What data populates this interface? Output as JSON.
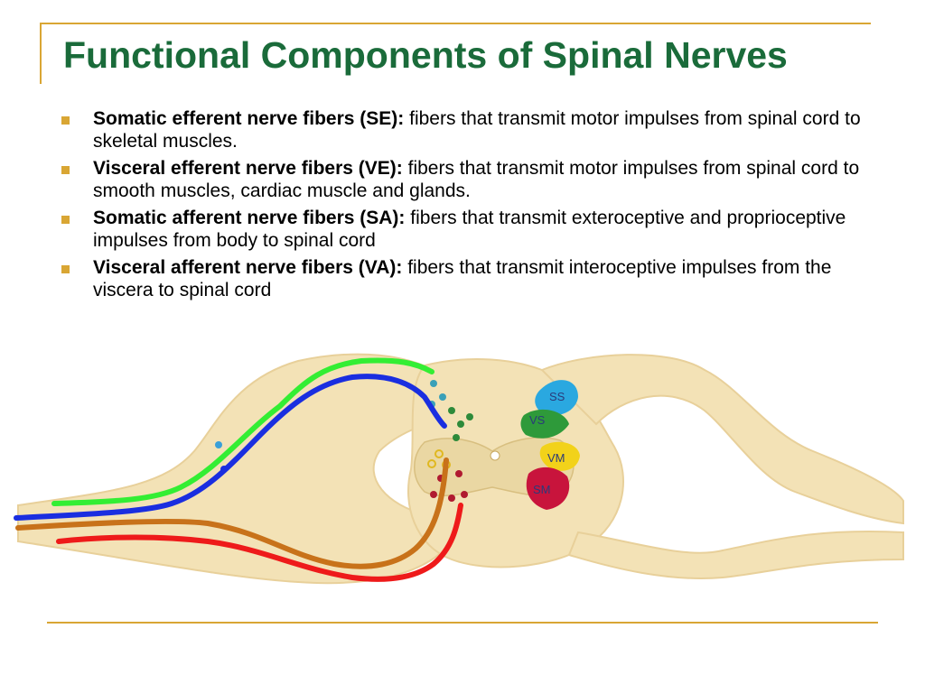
{
  "title": "Functional Components of Spinal Nerves",
  "bullets": [
    {
      "term": "Somatic efferent nerve fibers (SE):",
      "text": "fibers that transmit motor impulses from spinal cord to skeletal muscles."
    },
    {
      "term": "Visceral efferent nerve fibers (VE):",
      "text": "fibers that transmit motor impulses from spinal cord to smooth muscles, cardiac muscle and glands."
    },
    {
      "term": "Somatic afferent nerve fibers (SA):",
      "text": "fibers that transmit exteroceptive and proprioceptive impulses from body to spinal cord"
    },
    {
      "term": "Visceral afferent nerve fibers (VA):",
      "text": "fibers that transmit interoceptive impulses from the viscera to spinal cord"
    }
  ],
  "diagram": {
    "regions": [
      {
        "label": "SS",
        "color": "#2aa8e0"
      },
      {
        "label": "VS",
        "color": "#2e9a3a"
      },
      {
        "label": "VM",
        "color": "#f2d21a"
      },
      {
        "label": "SM",
        "color": "#c8143c"
      }
    ],
    "fibers": [
      {
        "name": "green",
        "color": "#33ee33"
      },
      {
        "name": "blue",
        "color": "#1a2ee0"
      },
      {
        "name": "orange",
        "color": "#c8721a"
      },
      {
        "name": "red",
        "color": "#ee1a1a"
      }
    ]
  }
}
